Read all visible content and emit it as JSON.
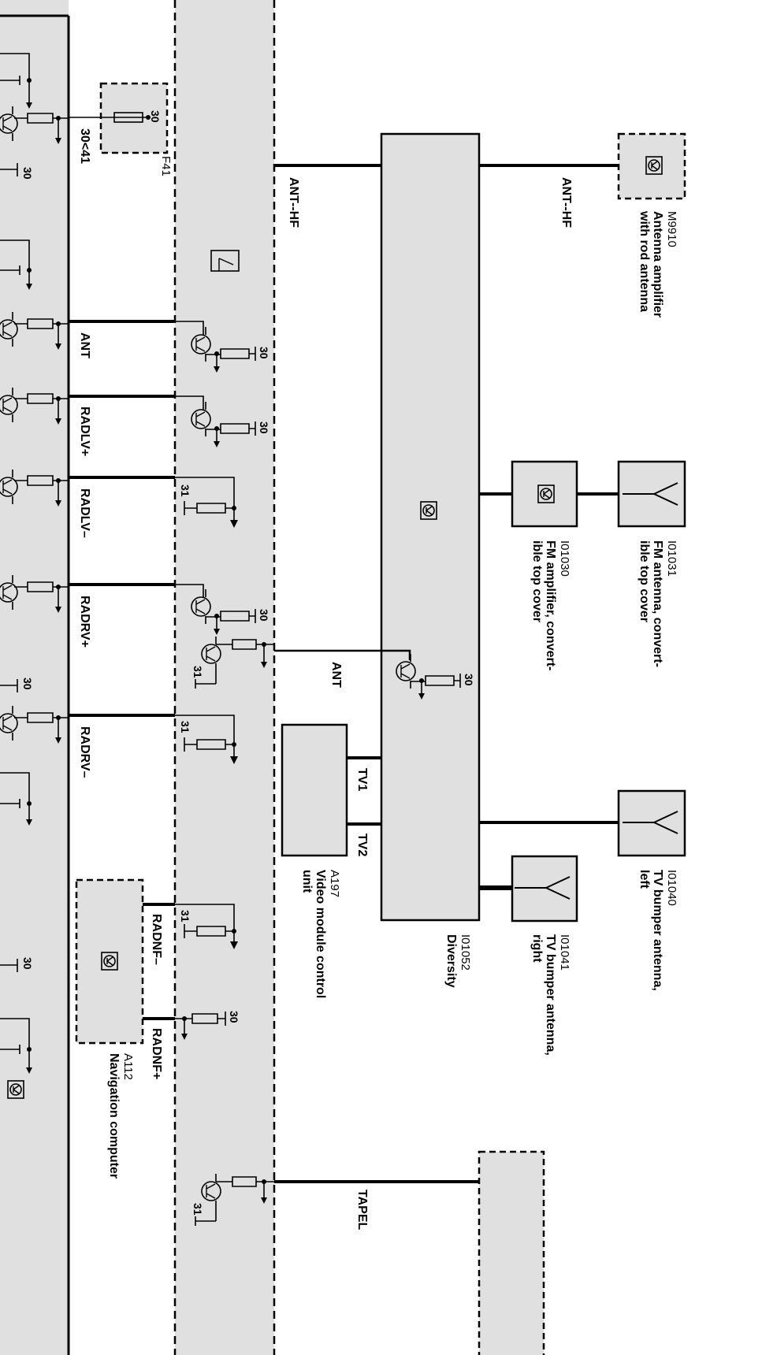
{
  "colors": {
    "box_fill": "#e0e0e0",
    "line": "#000000",
    "background": "#ffffff"
  },
  "components": {
    "m9910": {
      "code": "M9910",
      "desc1": "Antenna amplifier",
      "desc2": "with rod antenna",
      "icon": "amplifier-icon"
    },
    "i01031": {
      "code": "I01031",
      "desc1": "FM  antenna, convert-",
      "desc2": "ible top cover",
      "icon": "antenna-icon"
    },
    "i01030": {
      "code": "I01030",
      "desc1": "FM  amplifier, convert-",
      "desc2": "ible top cover",
      "icon": "amplifier-icon"
    },
    "i01040": {
      "code": "I01040",
      "desc1": "TV bumper antenna,",
      "desc2": "left",
      "icon": "antenna-icon"
    },
    "i01041": {
      "code": "I01041",
      "desc1": "TV bumper antenna,",
      "desc2": "right",
      "icon": "antenna-icon"
    },
    "i01052": {
      "code": "I01052",
      "desc1": "Diversity",
      "icon": "amplifier-icon"
    },
    "a197": {
      "code": "A197",
      "desc1": "Video module control",
      "desc2": "unit"
    },
    "a112": {
      "code": "A112",
      "desc1": "Navigation computer",
      "icon": "amplifier-icon"
    },
    "f41": {
      "code": "F41",
      "pin": "30"
    }
  },
  "wires": {
    "ant_hf_top": "ANT--HF",
    "ant_hf_mid": "ANT--HF",
    "ant_left": "ANT",
    "ant_mid": "ANT",
    "radlv_plus": "RADLV+",
    "radlv_minus": "RADLV–",
    "radrv_plus": "RADRV+",
    "radrv_minus": "RADRV–",
    "tv1": "TV1",
    "tv2": "TV2",
    "radnf_minus": "RADNF–",
    "radnf_plus": "RADNF+",
    "tapel": "TAPEL",
    "f41_wire": "30<41"
  },
  "pins": {
    "p30": "30",
    "p31": "31"
  }
}
